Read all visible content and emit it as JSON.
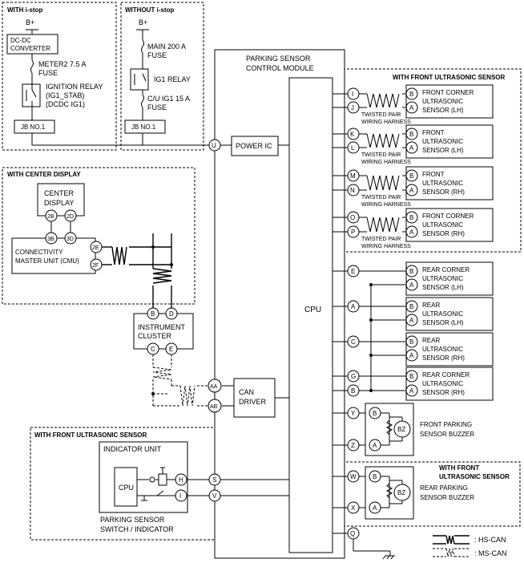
{
  "regions": {
    "with_istop": "WITH i-stop",
    "without_istop": "WITHOUT i-stop",
    "with_center_display": "WITH CENTER DISPLAY",
    "with_front_sensor_top": "WITH FRONT ULTRASONIC SENSOR",
    "with_front_sensor_bottom": "WITH FRONT ULTRASONIC SENSOR",
    "with_front_sensor_buzzer_l1": "WITH FRONT",
    "with_front_sensor_buzzer_l2": "ULTRASONIC SENSOR"
  },
  "power": {
    "bplus_left": "B+",
    "bplus_right": "B+",
    "dcdc_l1": "DC-DC",
    "dcdc_l2": "CONVERTER",
    "meter2_l1": "METER2 7.5 A",
    "meter2_l2": "FUSE",
    "ign_relay_l1": "IGNITION RELAY",
    "ign_relay_l2": "(IG1_STAB)",
    "ign_relay_l3": "(DCDC IG1)",
    "jb_left": "JB NO.1",
    "main_fuse_l1": "MAIN 200 A",
    "main_fuse_l2": "FUSE",
    "ig1_relay": "IG1 RELAY",
    "cu_fuse_l1": "C/U IG1 15 A",
    "cu_fuse_l2": "FUSE",
    "jb_right": "JB NO.1"
  },
  "module": {
    "title_l1": "PARKING SENSOR",
    "title_l2": "CONTROL MODULE",
    "power_ic": "POWER IC",
    "cpu": "CPU",
    "can_l1": "CAN",
    "can_l2": "DRIVER"
  },
  "display": {
    "center_l1": "CENTER",
    "center_l2": "DISPLAY",
    "cmu_l1": "CONNECTIVITY",
    "cmu_l2": "MASTER UNIT (CMU)",
    "pins": {
      "p2b": "2B",
      "p2d": "2D",
      "p3b": "3B",
      "p3d": "3D",
      "p2e": "2E",
      "p2f": "2F"
    }
  },
  "cluster": {
    "l1": "INSTRUMENT",
    "l2": "CLUSTER",
    "pins": {
      "b": "B",
      "d": "D",
      "c": "C",
      "e": "E"
    }
  },
  "indicator": {
    "title": "INDICATOR UNIT",
    "cpu": "CPU",
    "sw_l1": "PARKING SENSOR",
    "sw_l2": "SWITCH / INDICATOR",
    "pins": {
      "h": "H",
      "i": "I"
    }
  },
  "module_pins": {
    "U": "U",
    "AA": "AA",
    "AB": "AB",
    "S": "S",
    "V": "V",
    "I": "I",
    "J": "J",
    "K": "K",
    "L": "L",
    "M": "M",
    "N": "N",
    "O": "O",
    "P": "P",
    "E": "E",
    "A": "A",
    "C": "C",
    "G": "G",
    "B": "B",
    "Y": "Y",
    "Z": "Z",
    "W": "W",
    "X": "X",
    "Q": "Q"
  },
  "twisted_pair_l1": "TWISTED PAIR",
  "twisted_pair_l2": "WIRING HARNESS",
  "sensors": [
    {
      "l1": "FRONT CORNER",
      "l2": "ULTRASONIC",
      "l3": "SENSOR (LH)"
    },
    {
      "l1": "FRONT",
      "l2": "ULTRASONIC",
      "l3": "SENSOR (LH)"
    },
    {
      "l1": "FRONT",
      "l2": "ULTRASONIC",
      "l3": "SENSOR (RH)"
    },
    {
      "l1": "FRONT CORNER",
      "l2": "ULTRASONIC",
      "l3": "SENSOR (RH)"
    },
    {
      "l1": "REAR CORNER",
      "l2": "ULTRASONIC",
      "l3": "SENSOR (LH)"
    },
    {
      "l1": "REAR",
      "l2": "ULTRASONIC",
      "l3": "SENSOR (LH)"
    },
    {
      "l1": "REAR",
      "l2": "ULTRASONIC",
      "l3": "SENSOR (RH)"
    },
    {
      "l1": "REAR CORNER",
      "l2": "ULTRASONIC",
      "l3": "SENSOR (RH)"
    }
  ],
  "sensor_pins": {
    "b": "B",
    "a": "A"
  },
  "buzzers": [
    {
      "l1": "FRONT PARKING",
      "l2": "SENSOR BUZZER",
      "bz": "BZ"
    },
    {
      "l1": "REAR PARKING",
      "l2": "SENSOR BUZZER",
      "bz": "BZ"
    }
  ],
  "legend": {
    "hs": ": HS-CAN",
    "ms": ": MS-CAN"
  }
}
